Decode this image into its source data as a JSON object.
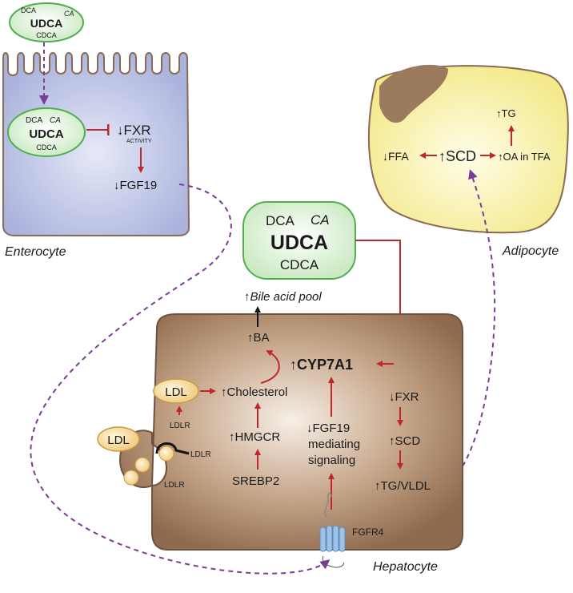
{
  "colors": {
    "enterocyte_fill": "#bcc4e6",
    "hepatocyte_fill": "#a67c5e",
    "adipocyte_fill": "#f6efa0",
    "adipocyte_droplet": "#9b7a5e",
    "udca_fill": "#dff2d8",
    "udca_stroke": "#4fae4f",
    "arrow_red": "#c0272d",
    "dashed_purple": "#7a3d96",
    "ldl_fill": "#fbe0a8",
    "receptor_blue": "#9fc3e6"
  },
  "enterocyte": {
    "label": "Enterocyte",
    "top_udca": {
      "main": "UDCA",
      "dca": "DCA",
      "ca": "CA",
      "cdca": "CDCA"
    },
    "inner_udca": {
      "main": "UDCA",
      "dca": "DCA",
      "ca": "CA",
      "cdca": "CDCA"
    },
    "fxr": "↓FXR",
    "fxr_sub": "ACTIVITY",
    "fgf19": "↓FGF19"
  },
  "liver_udca": {
    "main": "UDCA",
    "dca": "DCA",
    "ca": "CA",
    "cdca": "CDCA"
  },
  "bile_acid_pool": "↑Bile acid pool",
  "hepatocyte": {
    "label": "Hepatocyte",
    "ba": "↑BA",
    "cyp7a1": "↑CYP7A1",
    "ldl_inside": "LDL",
    "cholesterol": "↑Cholesterol",
    "ldlr_1": "LDLR",
    "hmgcr": "↑HMGCR",
    "srebp2": "SREBP2",
    "fgf19_line1": "↓FGF19",
    "fgf19_line2": "mediating",
    "fgf19_line3": "signaling",
    "fxr": "↓FXR",
    "scd": "↑SCD",
    "tg_vldl": "↑TG/VLDL",
    "ldl_outside": "LDL",
    "ldlr_2": "LDLR",
    "ldlr_3": "LDLR",
    "fgfr4": "FGFR4"
  },
  "adipocyte": {
    "label": "Adipocyte",
    "tg": "↑TG",
    "ffa": "↓FFA",
    "scd": "↑SCD",
    "oa": "↑OA in TFA"
  }
}
